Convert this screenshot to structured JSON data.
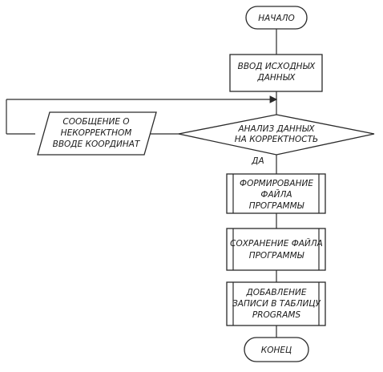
{
  "flowchart": {
    "start": "НАЧАЛО",
    "input": [
      "ВВОД ИСХОДНЫХ",
      "ДАННЫХ"
    ],
    "decision": [
      "АНАЛИЗ ДАННЫХ",
      "НА КОРРЕКТНОСТЬ"
    ],
    "yes_label": "ДА",
    "error_message": [
      "СООБЩЕНИЕ О",
      "НЕКОРРЕКТНОМ",
      "ВВОДЕ КООРДИНАТ"
    ],
    "form_file": [
      "ФОРМИРОВАНИЕ",
      "ФАЙЛА",
      "ПРОГРАММЫ"
    ],
    "save_file": [
      "СОХРАНЕНИЕ ФАЙЛА",
      "ПРОГРАММЫ"
    ],
    "add_record": [
      "ДОБАВЛЕНИЕ",
      "ЗАПИСИ В ТАБЛИЦУ",
      "PROGRAMS"
    ],
    "end": "КОНЕЦ"
  }
}
